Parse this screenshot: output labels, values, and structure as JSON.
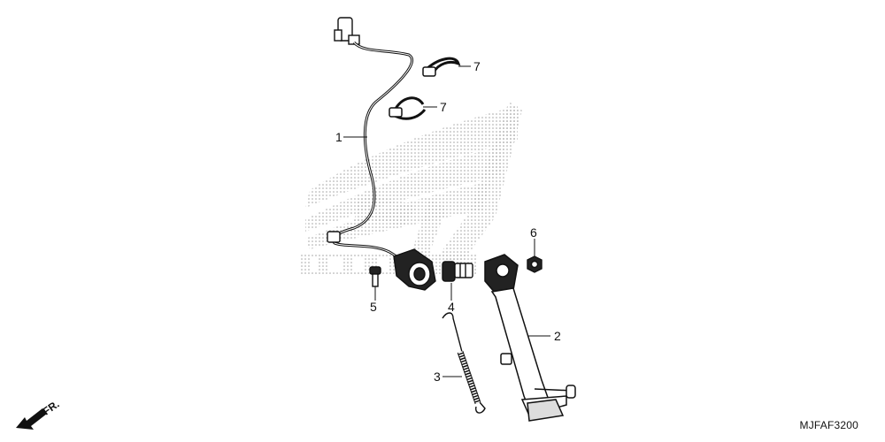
{
  "callouts": {
    "c1": "1",
    "c2": "2",
    "c3": "3",
    "c4": "4",
    "c5": "5",
    "c6": "6",
    "c7a": "7",
    "c7b": "7"
  },
  "direction": {
    "label": "FR."
  },
  "diagram_code": "MJFAF3200",
  "watermark": {
    "icon": "wing-logo-icon"
  },
  "colors": {
    "line": "#111111",
    "watermark_dot": "#9a9a9a"
  }
}
